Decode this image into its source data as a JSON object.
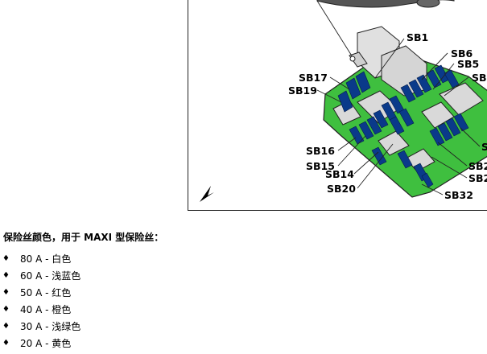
{
  "figure": {
    "callouts": {
      "sb1": "SB1",
      "sb6": "SB6",
      "sb5": "SB5",
      "sb_right_top": "SB",
      "sb17": "SB17",
      "sb19": "SB19",
      "sb16": "SB16",
      "sb15": "SB15",
      "sb14": "SB14",
      "sb20": "SB20",
      "sb32": "SB32",
      "sb2_partial": "SB2",
      "sb22_partial": "SB22",
      "s_partial": "S"
    },
    "colors": {
      "board_green": "#3fbf3f",
      "fuse_blue": "#0a3a8a",
      "relay_gray": "#d9d9d9",
      "outline": "#222222"
    }
  },
  "legend": {
    "heading": "保险丝颜色，用于 MAXI 型保险丝：",
    "bullet_glyph": "♦",
    "items": [
      {
        "text": "80 A - 白色"
      },
      {
        "text": "60 A - 浅蓝色"
      },
      {
        "text": "50 A - 红色"
      },
      {
        "text": "40 A - 橙色"
      },
      {
        "text": "30 A - 浅绿色"
      },
      {
        "text": "20 A - 黄色"
      }
    ]
  }
}
